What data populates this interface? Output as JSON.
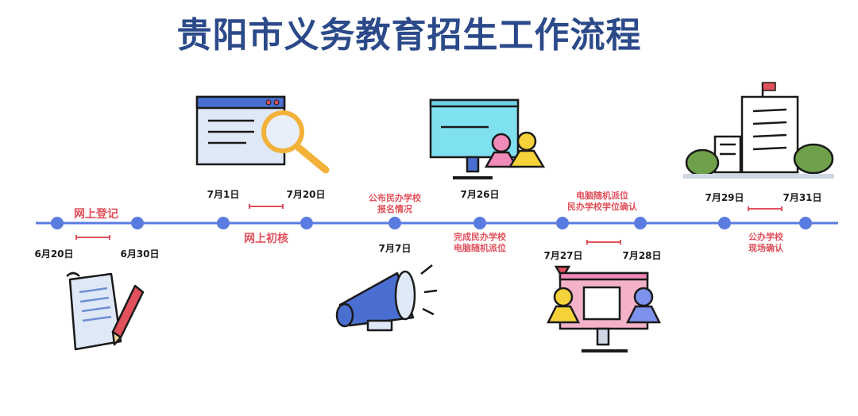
{
  "title": "贵阳市义务教育招生工作流程",
  "colors": {
    "title": "#2c4a8a",
    "line": "#4a6fd1",
    "dot": "#5a7be0",
    "accent": "#e0515b"
  },
  "stages": [
    {
      "label": "网上登记",
      "start": "6月20日",
      "end": "6月30日",
      "icon": "registration-form-icon"
    },
    {
      "label": "网上初核",
      "start": "7月1日",
      "end": "7月20日",
      "icon": "search-review-icon"
    },
    {
      "label": "公布民办学校\n报名情况",
      "date": "7月7日",
      "icon": "megaphone-icon"
    },
    {
      "label": "完成民办学校\n电脑随机派位",
      "date": "7月26日",
      "icon": "computer-lottery-icon"
    },
    {
      "label": "电脑随机派位\n民办学校学位确认",
      "start": "7月27日",
      "end": "7月28日",
      "icon": "school-confirmation-icon"
    },
    {
      "label": "公办学校\n现场确认",
      "start": "7月29日",
      "end": "7月31日",
      "icon": "public-school-icon"
    }
  ]
}
